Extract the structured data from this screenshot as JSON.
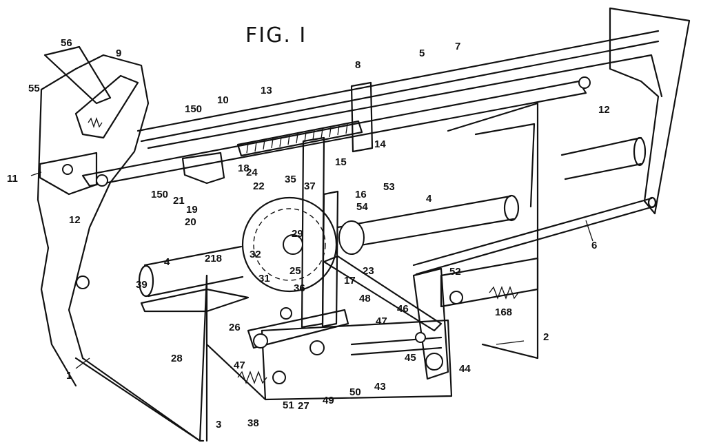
{
  "figure": {
    "title": "FIG. I",
    "reference_numerals": [
      "56",
      "55",
      "9",
      "150",
      "10",
      "13",
      "8",
      "5",
      "7",
      "12",
      "11",
      "12",
      "150",
      "21",
      "19",
      "20",
      "24",
      "22",
      "35",
      "37",
      "18",
      "14",
      "15",
      "16",
      "53",
      "54",
      "4",
      "6",
      "4",
      "218",
      "32",
      "29",
      "25",
      "31",
      "36",
      "39",
      "23",
      "52",
      "17",
      "48",
      "47",
      "46",
      "168",
      "26",
      "28",
      "47",
      "27",
      "45",
      "44",
      "2",
      "1",
      "3",
      "38",
      "51",
      "49",
      "50",
      "43"
    ]
  }
}
